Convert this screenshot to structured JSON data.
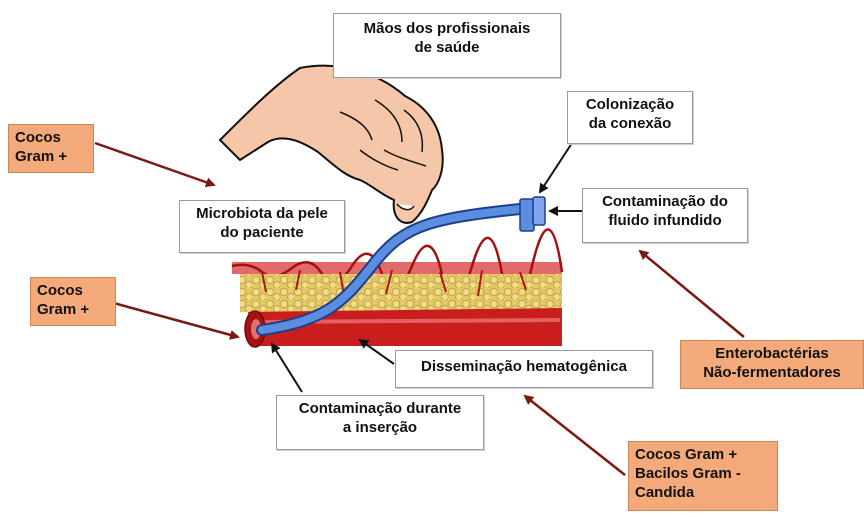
{
  "labels": {
    "hands": [
      "Mãos dos profissionais",
      "de saúde"
    ],
    "colonization": [
      "Colonização",
      "da conexão"
    ],
    "fluid": [
      "Contaminação do",
      "fluido infundido"
    ],
    "skin": [
      "Microbiota da pele",
      "do paciente"
    ],
    "hematogenous": [
      "Disseminação hematogênica"
    ],
    "insertion": [
      "Contaminação durante",
      "a inserção"
    ]
  },
  "pathogens": {
    "cocos_top": [
      "Cocos",
      "Gram +"
    ],
    "cocos_mid": [
      "Cocos",
      "Gram +"
    ],
    "entero": [
      "Enterobactérias",
      "Não-fermentadores"
    ],
    "mixed": [
      "Cocos Gram +",
      "Bacilos Gram -",
      "Candida"
    ]
  },
  "colors": {
    "pathogen_box": "#f4a97a",
    "dark_arrow": "#7a1a12",
    "catheter": "#4a78d0",
    "vessel": "#c81e1e",
    "fat": "#e8d27a",
    "skin_hand": "#f6c6a8"
  }
}
